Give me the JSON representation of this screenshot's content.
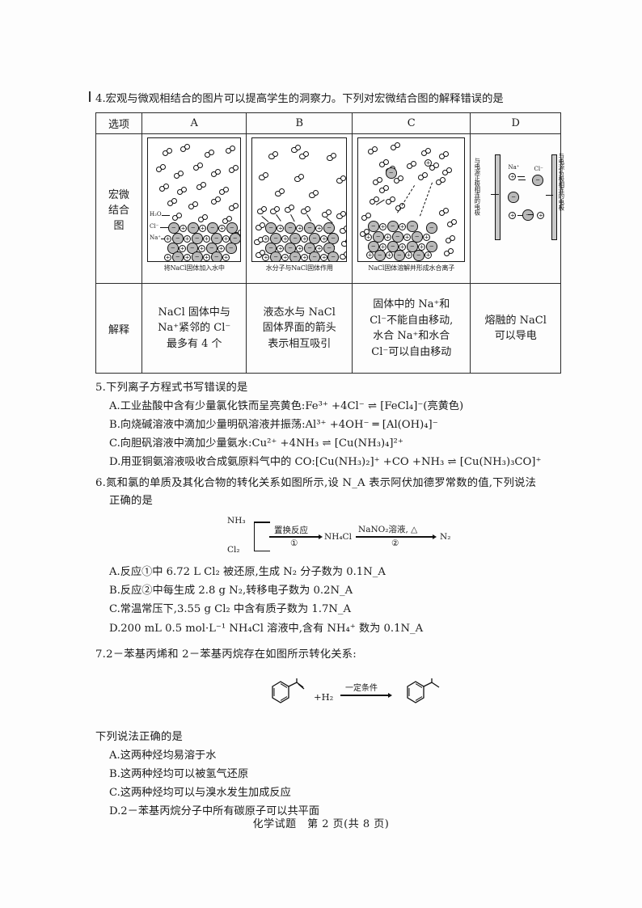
{
  "page": {
    "footer": "化学试题　第 2 页(共 8 页)"
  },
  "q4": {
    "stem": "4.宏观与微观相结合的图片可以提高学生的洞察力。下列对宏微结合图的解释错误的是",
    "table": {
      "header": [
        "选项",
        "A",
        "B",
        "C",
        "D"
      ],
      "row_labels": [
        "宏微结合图",
        "解释"
      ],
      "row1_label_line1": "宏微",
      "row1_label_line2": "结合",
      "row1_label_line3": "图",
      "row2_label": "解释",
      "captions": {
        "A": "将NaCl固体加入水中",
        "B": "水分子与NaCl固体作用",
        "C": "NaCl固体溶解并形成水合离子",
        "D": ""
      },
      "fig_labels": {
        "h2o": "H₂O",
        "cl_minus": "Cl⁻",
        "na_plus": "Na⁺",
        "na_ion_d": "Na⁺",
        "cl_ion_d": "Cl⁻",
        "electrode_left": "与电源正极相连的电极",
        "electrode_right": "与电源负极相连的电极"
      },
      "explanations": {
        "A": [
          "NaCl 固体中与",
          "Na⁺紧邻的 Cl⁻",
          "最多有 4 个"
        ],
        "B": [
          "液态水与 NaCl",
          "固体界面的箭头",
          "表示相互吸引"
        ],
        "C": [
          "固体中的 Na⁺和",
          "Cl⁻不能自由移动,",
          "水合 Na⁺和水合",
          "Cl⁻可以自由移动"
        ],
        "D": [
          "熔融的 NaCl",
          "可以导电"
        ]
      }
    }
  },
  "q5": {
    "stem": "5.下列离子方程式书写错误的是",
    "options": {
      "A_text": "A.工业盐酸中含有少量氯化铁而呈亮黄色:",
      "A_eq_left": "Fe³⁺ +4Cl⁻",
      "A_eq_right": "[FeCl₄]⁻(亮黄色)",
      "B_text": "B.向烧碱溶液中滴加少量明矾溶液并振荡:",
      "B_eq_left": "Al³⁺ +4OH⁻",
      "B_eq_right": "[Al(OH)₄]⁻",
      "C_text": "C.向胆矾溶液中滴加少量氨水:",
      "C_eq_left": "Cu²⁺ +4NH₃",
      "C_eq_right": "[Cu(NH₃)₄]²⁺",
      "D_text": "D.用亚铜氨溶液吸收合成氨原料气中的 CO:",
      "D_eq_left": "[Cu(NH₃)₂]⁺ +CO +NH₃",
      "D_eq_right": "[Cu(NH₃)₃CO]⁺"
    }
  },
  "q6": {
    "stem_line1": "6.氮和氯的单质及其化合物的转化关系如图所示,设 N_A 表示阿伏加德罗常数的值,下列说法",
    "stem_line2": "正确的是",
    "scheme": {
      "reactant_top": "NH₃",
      "reactant_bottom": "Cl₂",
      "cond1_top": "置换反应",
      "cond1_bottom": "①",
      "intermediate": "NH₄Cl",
      "cond2_top": "NaNO₂溶液,  △",
      "cond2_bottom": "②",
      "product": "N₂"
    },
    "options": [
      "A.反应①中 6.72 L Cl₂ 被还原,生成 N₂ 分子数为 0.1N_A",
      "B.反应②中每生成 2.8 g N₂,转移电子数为 0.2N_A",
      "C.常温常压下,3.55 g Cl₂ 中含有质子数为 1.7N_A",
      "D.200 mL 0.5 mol·L⁻¹ NH₄Cl 溶液中,含有 NH₄⁺ 数为 0.1N_A"
    ]
  },
  "q7": {
    "stem": "7.2－苯基丙烯和 2－苯基丙烷存在如图所示转化关系:",
    "scheme": {
      "plus_h2": "+H₂",
      "condition": "一定条件"
    },
    "lead": "下列说法正确的是",
    "options": [
      "A.这两种烃均易溶于水",
      "B.这两种烃均可以被氢气还原",
      "C.这两种烃均可以与溴水发生加成反应",
      "D.2－苯基丙烷分子中所有碳原子可以共平面"
    ]
  }
}
